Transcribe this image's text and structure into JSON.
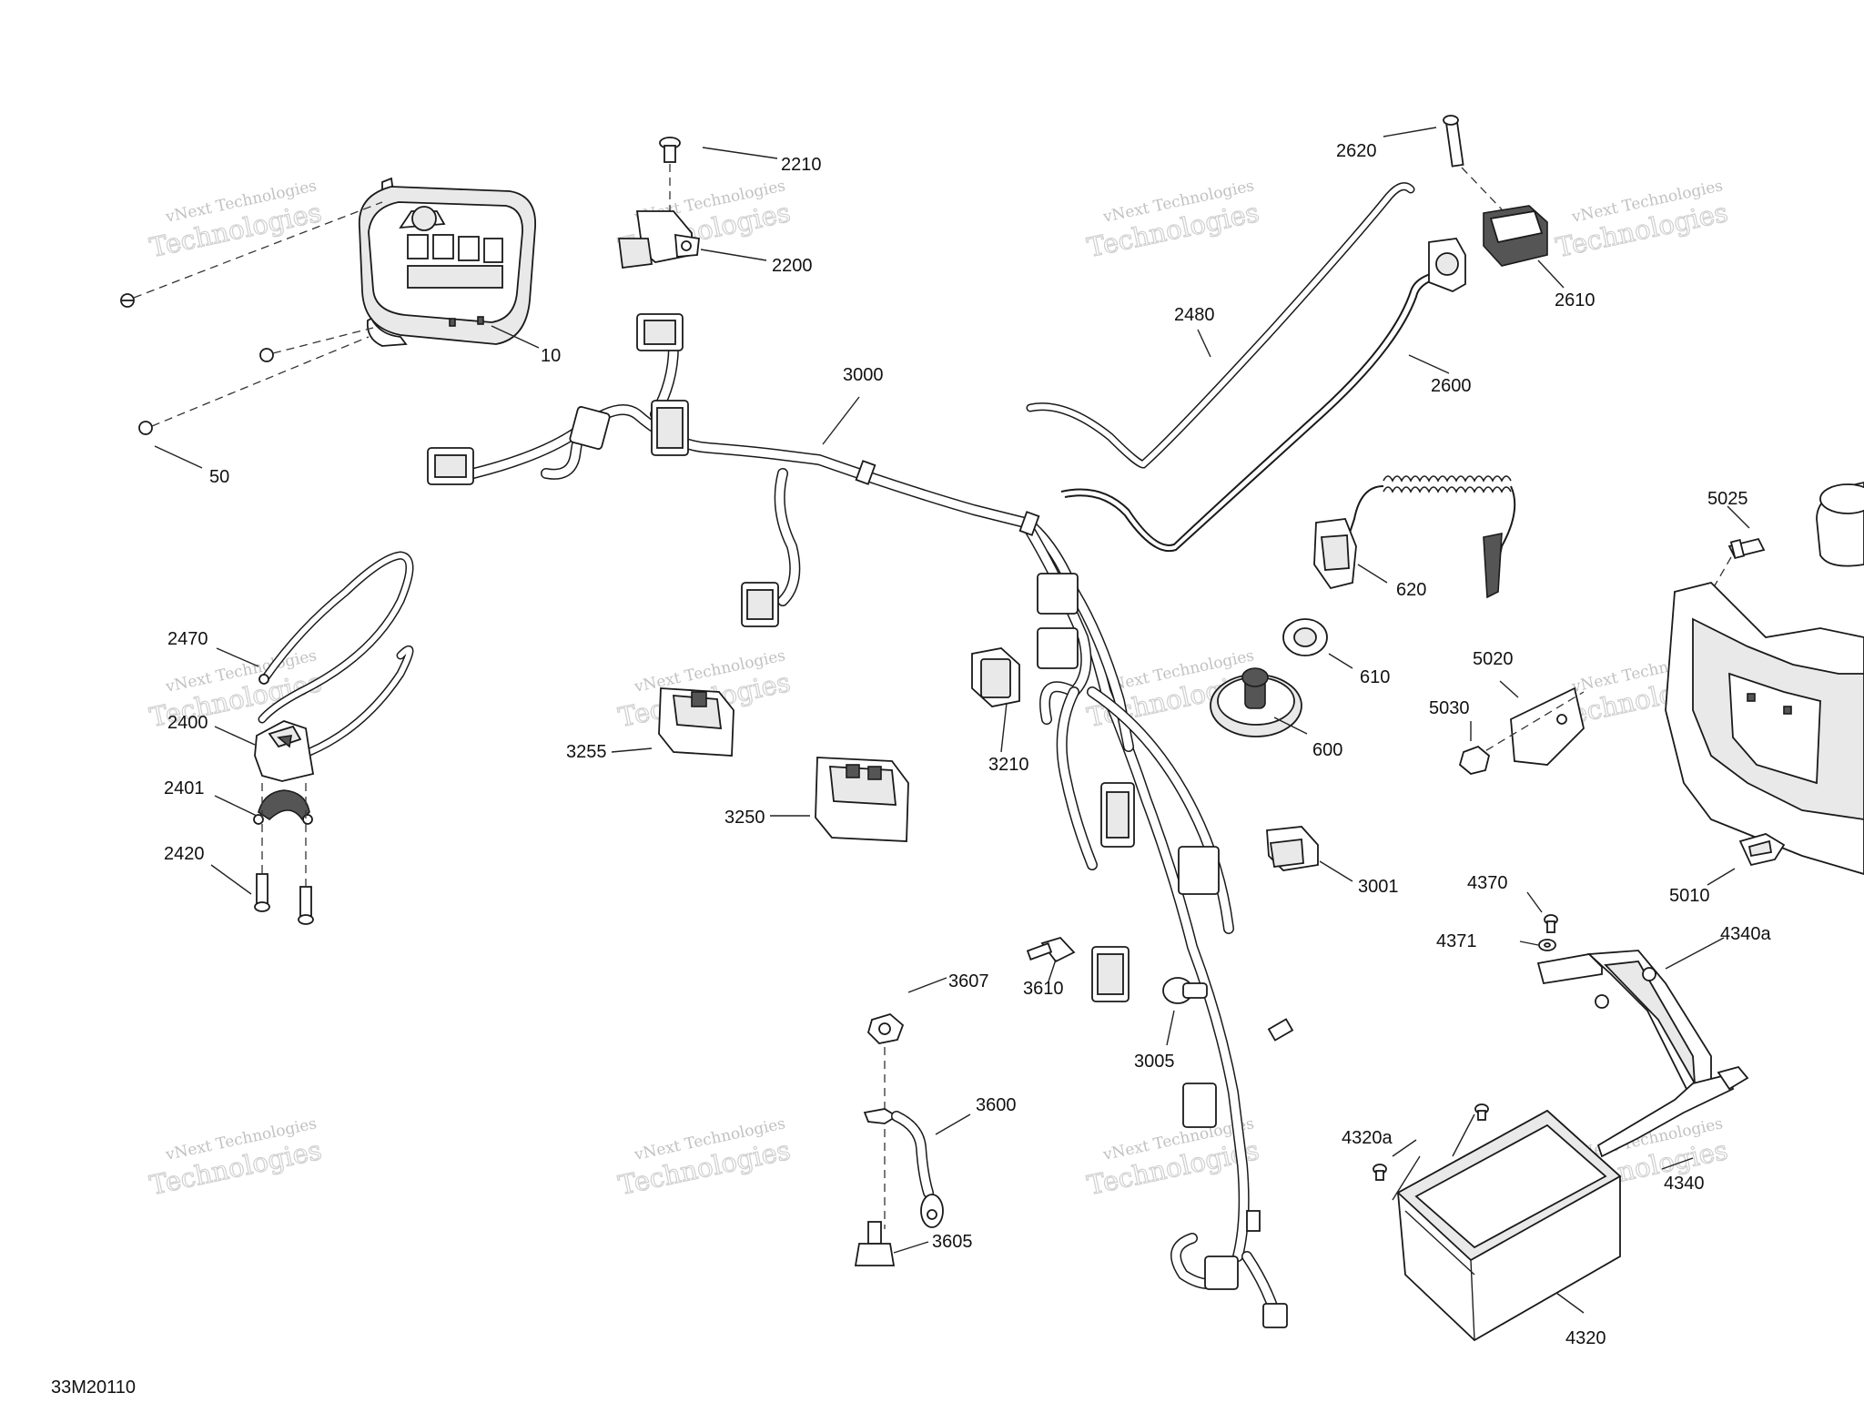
{
  "diagram_code": "33M20110",
  "watermark": {
    "line1": "vNext Technologies",
    "line2": "Technologies"
  },
  "callouts": [
    {
      "id": "c-2210",
      "text": "2210"
    },
    {
      "id": "c-2200",
      "text": "2200"
    },
    {
      "id": "c-10",
      "text": "10"
    },
    {
      "id": "c-50",
      "text": "50"
    },
    {
      "id": "c-3000",
      "text": "3000"
    },
    {
      "id": "c-2620",
      "text": "2620"
    },
    {
      "id": "c-2610",
      "text": "2610"
    },
    {
      "id": "c-2480",
      "text": "2480"
    },
    {
      "id": "c-2600",
      "text": "2600"
    },
    {
      "id": "c-620",
      "text": "620"
    },
    {
      "id": "c-5025",
      "text": "5025"
    },
    {
      "id": "c-2470",
      "text": "2470"
    },
    {
      "id": "c-2400",
      "text": "2400"
    },
    {
      "id": "c-2401",
      "text": "2401"
    },
    {
      "id": "c-2420",
      "text": "2420"
    },
    {
      "id": "c-3255",
      "text": "3255"
    },
    {
      "id": "c-3250",
      "text": "3250"
    },
    {
      "id": "c-3210",
      "text": "3210"
    },
    {
      "id": "c-610",
      "text": "610"
    },
    {
      "id": "c-600",
      "text": "600"
    },
    {
      "id": "c-5020",
      "text": "5020"
    },
    {
      "id": "c-5030",
      "text": "5030"
    },
    {
      "id": "c-3001",
      "text": "3001"
    },
    {
      "id": "c-5010",
      "text": "5010"
    },
    {
      "id": "c-4370",
      "text": "4370"
    },
    {
      "id": "c-4371",
      "text": "4371"
    },
    {
      "id": "c-4340a",
      "text": "4340a"
    },
    {
      "id": "c-3607",
      "text": "3607"
    },
    {
      "id": "c-3610",
      "text": "3610"
    },
    {
      "id": "c-3005",
      "text": "3005"
    },
    {
      "id": "c-3600",
      "text": "3600"
    },
    {
      "id": "c-4320a",
      "text": "4320a"
    },
    {
      "id": "c-4340",
      "text": "4340"
    },
    {
      "id": "c-3605",
      "text": "3605"
    },
    {
      "id": "c-4320",
      "text": "4320"
    }
  ]
}
